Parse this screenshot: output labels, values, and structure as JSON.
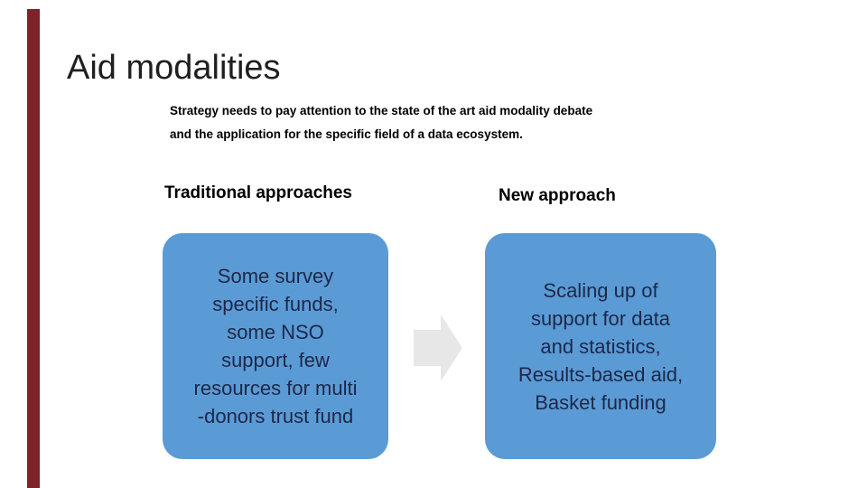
{
  "slide": {
    "title": "Aid modalities",
    "subtitle": {
      "line1": "Strategy needs to pay attention to the state of the art aid modality debate",
      "line2": "and the application for the specific field of a data ecosystem."
    },
    "headers": {
      "traditional": "Traditional approaches",
      "new": "New approach"
    },
    "boxes": {
      "traditional": {
        "text": "Some survey\nspecific funds,\nsome NSO\nsupport, few\nresources for multi\n-donors trust fund"
      },
      "new": {
        "text": "Scaling up of\nsupport for data\nand statistics,\nResults-based aid,\nBasket funding"
      }
    },
    "icons": {
      "arrow": "right-arrow"
    }
  },
  "colors": {
    "box_fill": "#5B9BD5",
    "box_text": "#1C2749",
    "arrow": "#E7E7E7",
    "accent_bar": "#7E2328",
    "title_text": "#1F1F1F",
    "body_text": "#000000"
  }
}
